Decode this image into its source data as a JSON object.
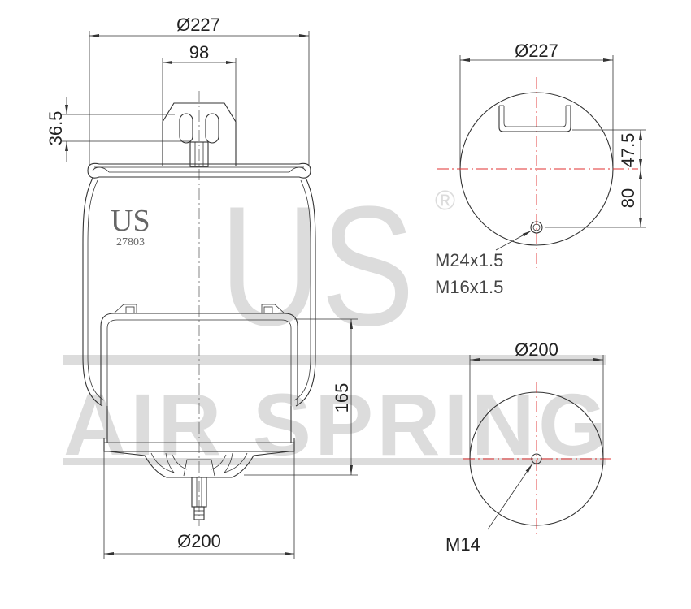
{
  "side_view": {
    "dim_top_diameter": "Ø227",
    "dim_bracket_width": "98",
    "dim_bracket_height": "36.5",
    "dim_piston_height": "165",
    "dim_bottom_diameter": "Ø200",
    "brand_mark": "US",
    "part_number": "27803"
  },
  "top_view": {
    "dim_diameter": "Ø227",
    "dim_bracket_offset": "47.5",
    "dim_hole_offset": "80",
    "thread_1": "M24x1.5",
    "thread_2": "M16x1.5"
  },
  "bottom_view": {
    "dim_diameter": "Ø200",
    "thread": "M14"
  },
  "watermark": {
    "logo": "US",
    "registered": "®",
    "wordmark": "AIR SPRING"
  },
  "colors": {
    "line": "#333333",
    "centerline": "#e03030",
    "watermark": "#dcdcdc",
    "text": "#444444"
  }
}
